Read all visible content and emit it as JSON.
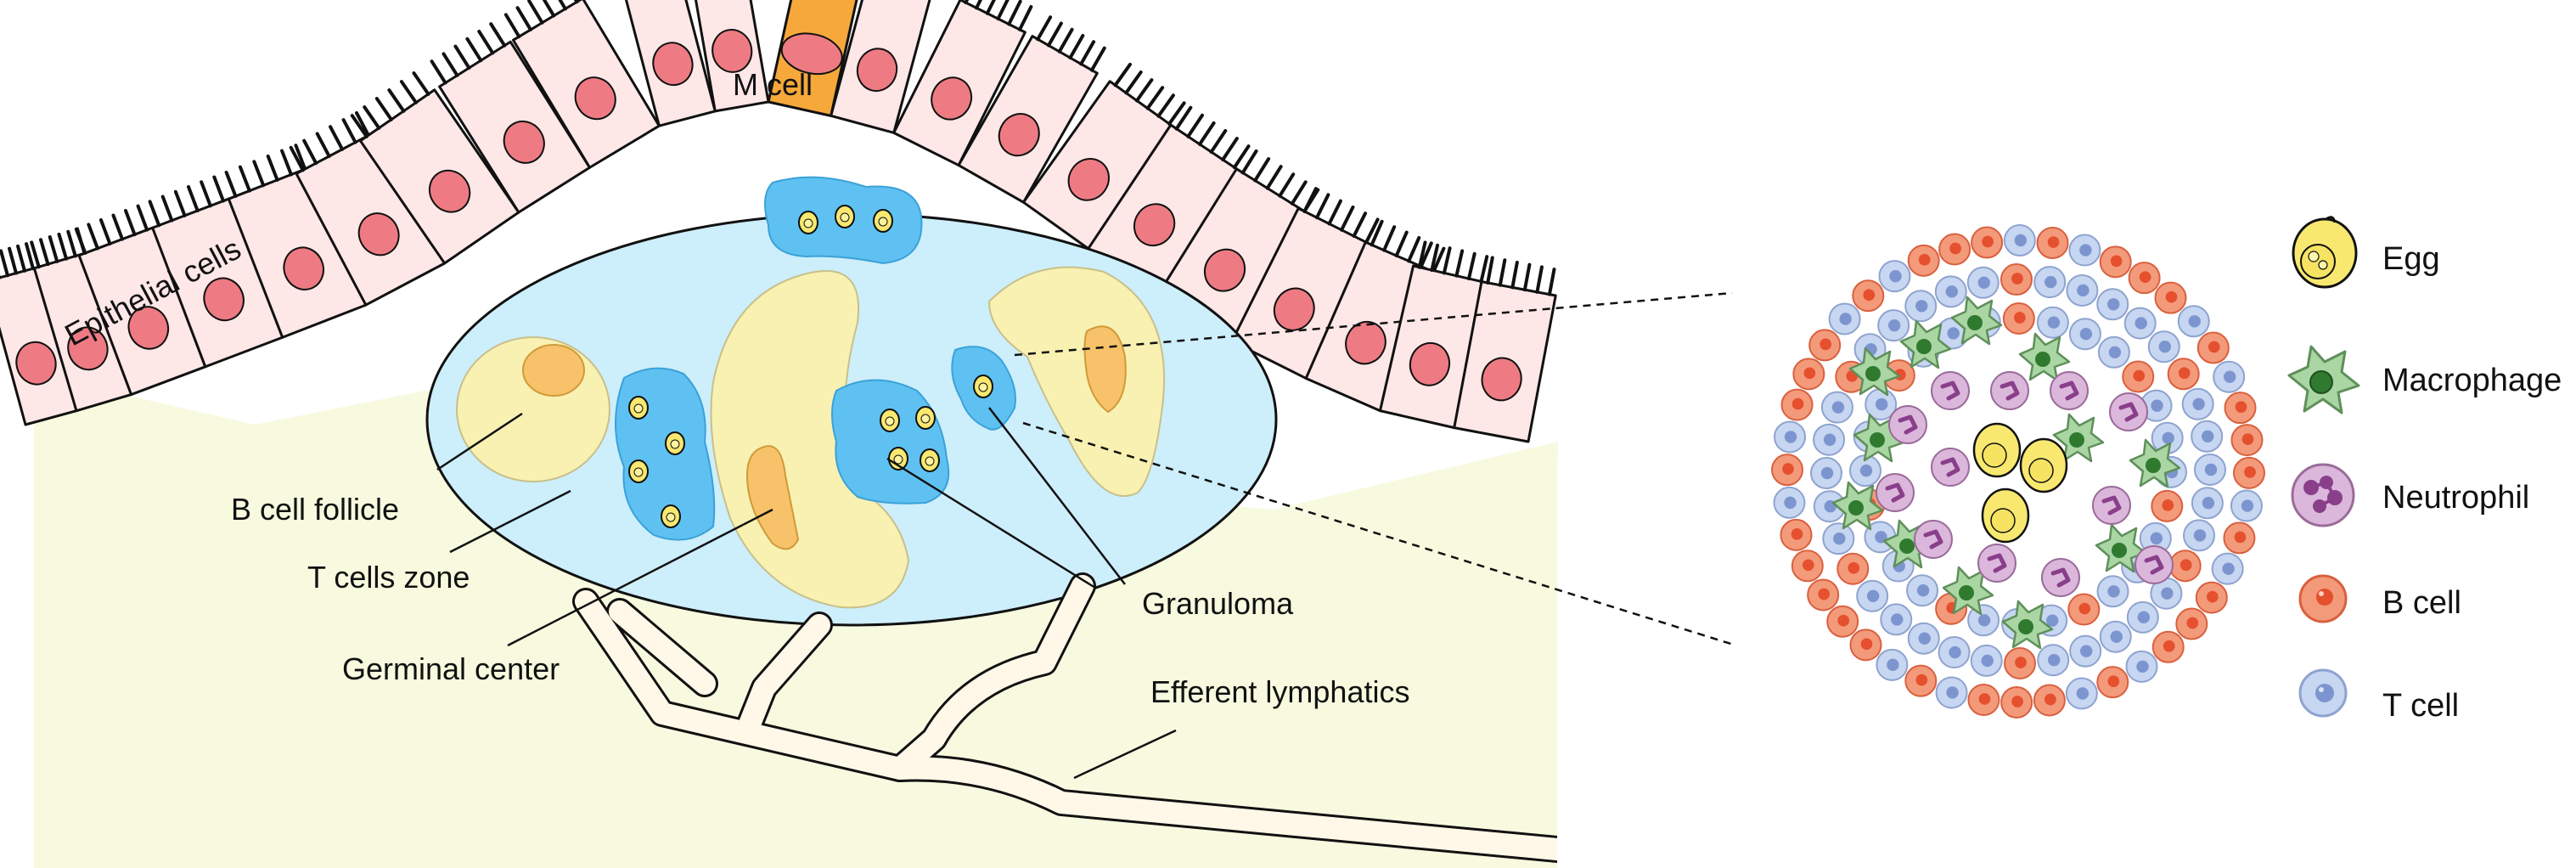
{
  "labels": {
    "epithelial_cells": "Epithelial cells",
    "m_cell": "M cell",
    "b_cell_follicle": "B cell follicle",
    "t_cells_zone": "T cells zone",
    "germinal_center": "Germinal center",
    "granuloma": "Granuloma",
    "efferent_lymphatics": "Efferent lymphatics"
  },
  "legend": [
    {
      "icon": "egg-icon",
      "label": "Egg"
    },
    {
      "icon": "macrophage-icon",
      "label": "Macrophage"
    },
    {
      "icon": "neutrophil-icon",
      "label": "Neutrophil"
    },
    {
      "icon": "b-cell-icon",
      "label": "B cell"
    },
    {
      "icon": "t-cell-icon",
      "label": "T cell"
    }
  ],
  "colors": {
    "tissue_background": "#f7fadf",
    "epithelial_fill": "#fde7e7",
    "nucleus": "#ee7b83",
    "m_cell": "#f6a83a",
    "lymphoid_node": "#cdeefb",
    "granuloma": "#5fc1f1",
    "follicle": "#f8f1b2",
    "germinal_center": "#f7c269",
    "egg": "#f8e870",
    "macrophage": "#a9d6a3",
    "neutrophil": "#dcb7dc",
    "b_cell": "#f39a7a",
    "t_cell": "#c7d6f1"
  }
}
